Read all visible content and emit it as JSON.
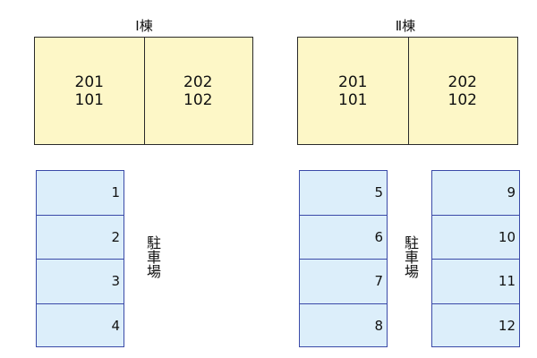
{
  "buildings": [
    {
      "title": "Ⅰ棟",
      "units": [
        [
          "201",
          "101"
        ],
        [
          "202",
          "102"
        ]
      ]
    },
    {
      "title": "Ⅱ棟",
      "units": [
        [
          "201",
          "101"
        ],
        [
          "202",
          "102"
        ]
      ]
    }
  ],
  "parking": {
    "label": "駐車場",
    "columns": [
      [
        "1",
        "2",
        "3",
        "4"
      ],
      [
        "5",
        "6",
        "7",
        "8"
      ],
      [
        "9",
        "10",
        "11",
        "12"
      ]
    ]
  },
  "colors": {
    "building_fill": "#fdf7c7",
    "parking_fill": "#dceefa",
    "parking_border": "#3a4aa8"
  }
}
